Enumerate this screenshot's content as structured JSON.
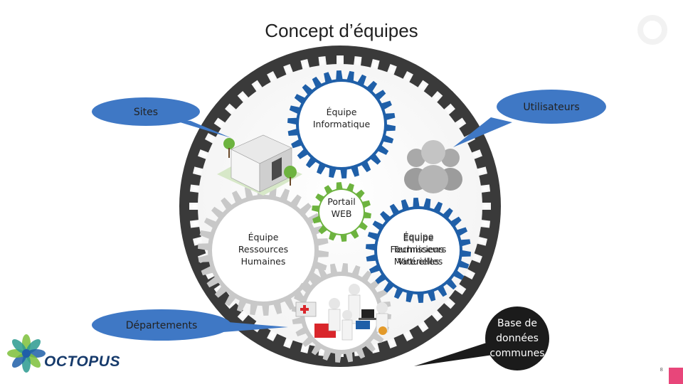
{
  "title": "Concept d’équipes",
  "gears": {
    "it": [
      "Équipe",
      "Informatique"
    ],
    "portal": [
      "Portail",
      "WEB"
    ],
    "hr": [
      "Équipe",
      "Ressources",
      "Humaines"
    ],
    "overlap": [
      "Équipe",
      "Équipe",
      "Fournisseurs",
      "Techniciens",
      "Matérielles",
      "Virtuelles"
    ]
  },
  "callouts": {
    "sites": "Sites",
    "users": "Utilisateurs",
    "departments": "Départements",
    "database": [
      "Base de",
      "données",
      "communes"
    ]
  },
  "logo": {
    "text": "OCTOPUS"
  },
  "page_number": "8",
  "colors": {
    "callout_blue": "#3f78c5",
    "gear_blue": "#1f5fa8",
    "gear_grey": "#c8c8c8",
    "ring_dark": "#3a3a3a",
    "accent_pink": "#e8467a",
    "logo_green": "#7cbf3a"
  },
  "icons": [
    "building-icon",
    "users-group-icon",
    "medical-team-icon",
    "octopus-logo-icon"
  ]
}
